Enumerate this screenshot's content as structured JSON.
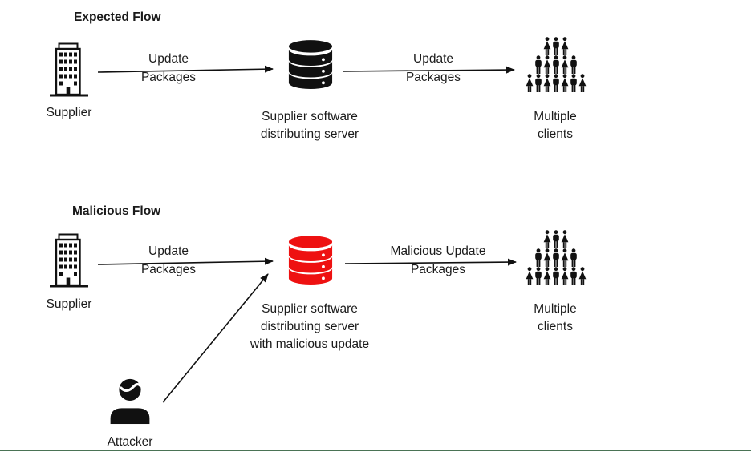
{
  "colors": {
    "text": "#1b1b1b",
    "icon": "#111111",
    "server_normal": "#111111",
    "server_malicious": "#ee1111",
    "bottom_rule": "#4a7355"
  },
  "icons": {
    "supplier": "building-icon",
    "server": "database-icon",
    "clients": "people-group-icon",
    "attacker": "person-icon"
  },
  "expected": {
    "title": "Expected Flow",
    "supplier_label": "Supplier",
    "edge1": {
      "line1": "Update",
      "line2": "Packages"
    },
    "server_label": {
      "line1": "Supplier software",
      "line2": "distributing server"
    },
    "edge2": {
      "line1": "Update",
      "line2": "Packages"
    },
    "clients_label": {
      "line1": "Multiple",
      "line2": "clients"
    }
  },
  "malicious": {
    "title": "Malicious Flow",
    "supplier_label": "Supplier",
    "edge1": {
      "line1": "Update",
      "line2": "Packages"
    },
    "server_label": {
      "line1": "Supplier software",
      "line2": "distributing server",
      "line3": "with malicious update"
    },
    "edge2": {
      "line1": "Malicious Update",
      "line2": "Packages"
    },
    "clients_label": {
      "line1": "Multiple",
      "line2": "clients"
    },
    "attacker_label": "Attacker"
  }
}
